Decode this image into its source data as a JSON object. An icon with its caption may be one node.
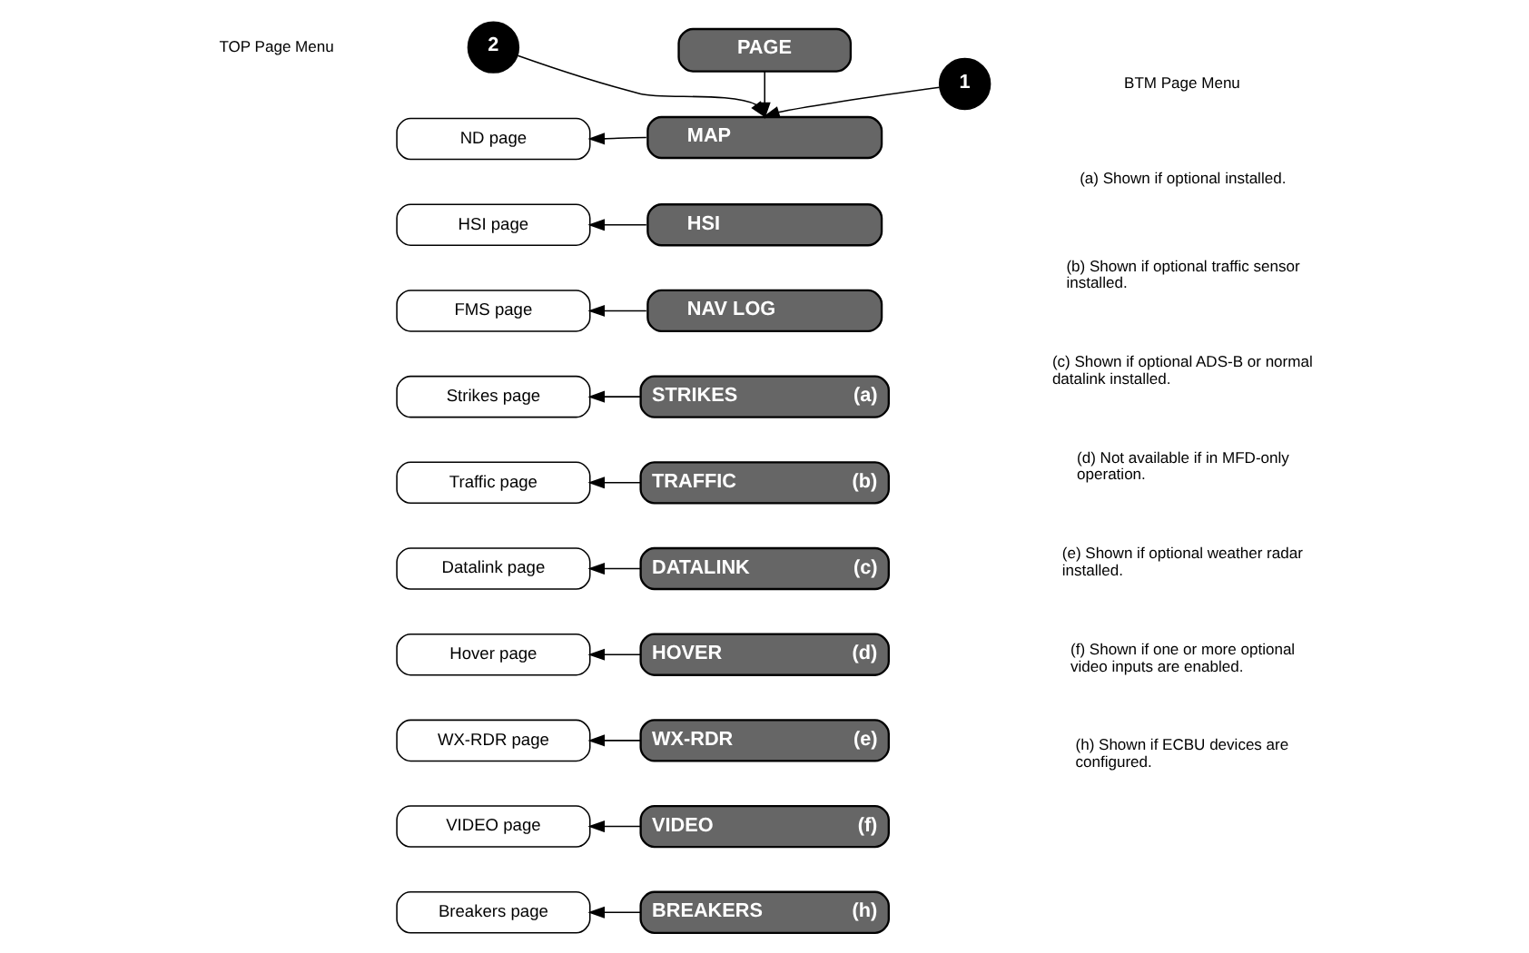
{
  "diagram": {
    "nodes": [
      {
        "text": [
          "2"
        ]
      },
      {
        "text": [
          "PAGE"
        ]
      },
      {
        "text": [
          "1"
        ]
      },
      {
        "text": [
          "ND page"
        ]
      },
      {
        "text": [
          "MAP"
        ]
      },
      {
        "text": [
          "HSI page"
        ]
      },
      {
        "text": [
          "HSI"
        ]
      },
      {
        "text": [
          "FMS page"
        ]
      },
      {
        "text": [
          "NAV LOG"
        ]
      },
      {
        "text": [
          "Strikes page"
        ]
      },
      {
        "text": [
          "STRIKES",
          "(a)"
        ]
      },
      {
        "text": [
          "Traffic page"
        ]
      },
      {
        "text": [
          "TRAFFIC",
          "(b)"
        ]
      },
      {
        "text": [
          "Datalink page"
        ]
      },
      {
        "text": [
          "DATALINK",
          "(c)"
        ]
      },
      {
        "text": [
          "Hover page"
        ]
      },
      {
        "text": [
          "HOVER",
          "(d)"
        ]
      },
      {
        "text": [
          "WX-RDR page"
        ]
      },
      {
        "text": [
          "WX-RDR",
          "(e)"
        ]
      },
      {
        "text": [
          "VIDEO page"
        ]
      },
      {
        "text": [
          "VIDEO",
          "(f)"
        ]
      },
      {
        "text": [
          "Breakers page"
        ]
      },
      {
        "text": [
          "BREAKERS",
          "(h)"
        ]
      }
    ],
    "edges": [
      {
        "from": 0,
        "to": 4,
        "arrow": "to"
      },
      {
        "from": 1,
        "to": 4,
        "arrow": "to"
      },
      {
        "from": 2,
        "to": 4,
        "arrow": "to"
      },
      {
        "from": 4,
        "to": 3,
        "arrow": "to"
      },
      {
        "from": 6,
        "to": 5,
        "arrow": "to"
      },
      {
        "from": 8,
        "to": 7,
        "arrow": "to"
      },
      {
        "from": 10,
        "to": 9,
        "arrow": "to"
      },
      {
        "from": 12,
        "to": 11,
        "arrow": "to"
      },
      {
        "from": 14,
        "to": 13,
        "arrow": "to"
      },
      {
        "from": 16,
        "to": 15,
        "arrow": "to"
      },
      {
        "from": 18,
        "to": 17,
        "arrow": "to"
      },
      {
        "from": 20,
        "to": 19,
        "arrow": "to"
      },
      {
        "from": 22,
        "to": 21,
        "arrow": "to"
      }
    ],
    "labels": [
      "TOP Page Menu",
      "BTM Page Menu",
      "(a) Shown if optional installed.",
      "(b) Shown if optional traffic sensor installed.",
      "(c) Shown if optional ADS-B or normal datalink installed.",
      "(d) Not available if in MFD-only operation.",
      "(e) Shown if optional weather radar installed.",
      "(f) Shown if one or more optional video inputs are enabled.",
      "(h) Shown if ECBU devices are configured."
    ]
  }
}
